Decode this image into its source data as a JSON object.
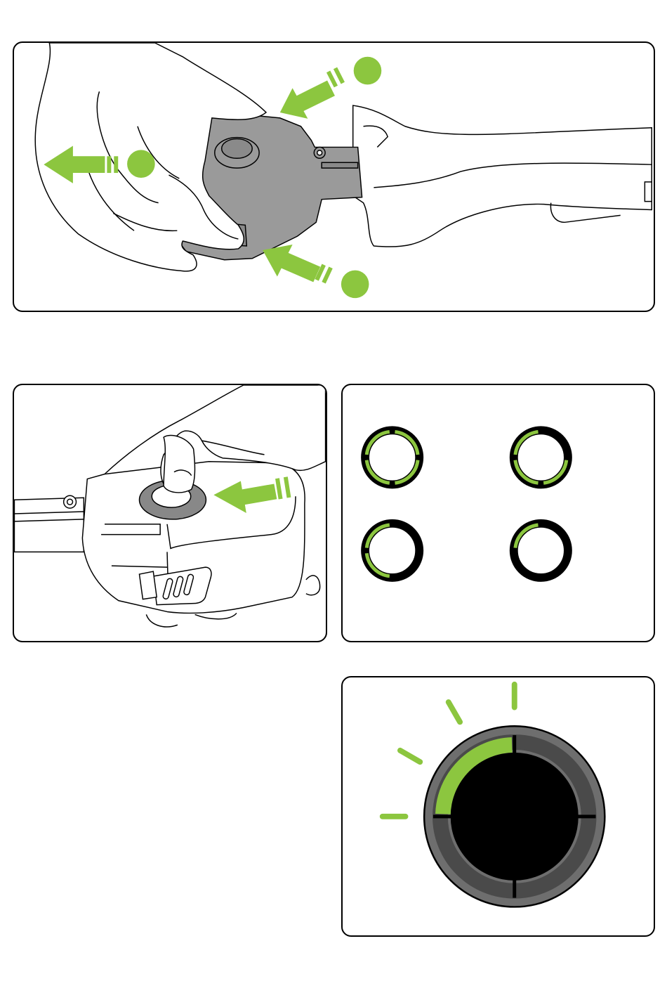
{
  "colors": {
    "accent_green": "#8cc63f",
    "device_gray": "#9a9a9a",
    "ring_dark": "#4a4a4a",
    "ring_outer": "#6e6e6e",
    "line": "#000000",
    "background": "#ffffff"
  },
  "panels": [
    {
      "id": "remove-battery-step",
      "icons": [
        "hand-icon",
        "battery-pack-icon",
        "tool-handle-icon",
        "arrow-left-icon",
        "step-dot-icon"
      ]
    },
    {
      "id": "press-button-step",
      "icons": [
        "hand-icon",
        "battery-pack-icon",
        "push-button-icon",
        "arrow-left-icon"
      ]
    },
    {
      "id": "charge-level-indicators",
      "levels": [
        4,
        3,
        2,
        1
      ],
      "segments_total": 4
    },
    {
      "id": "charge-gauge-detail",
      "level": 1,
      "segments_total": 4,
      "glow_rays": 4
    }
  ]
}
